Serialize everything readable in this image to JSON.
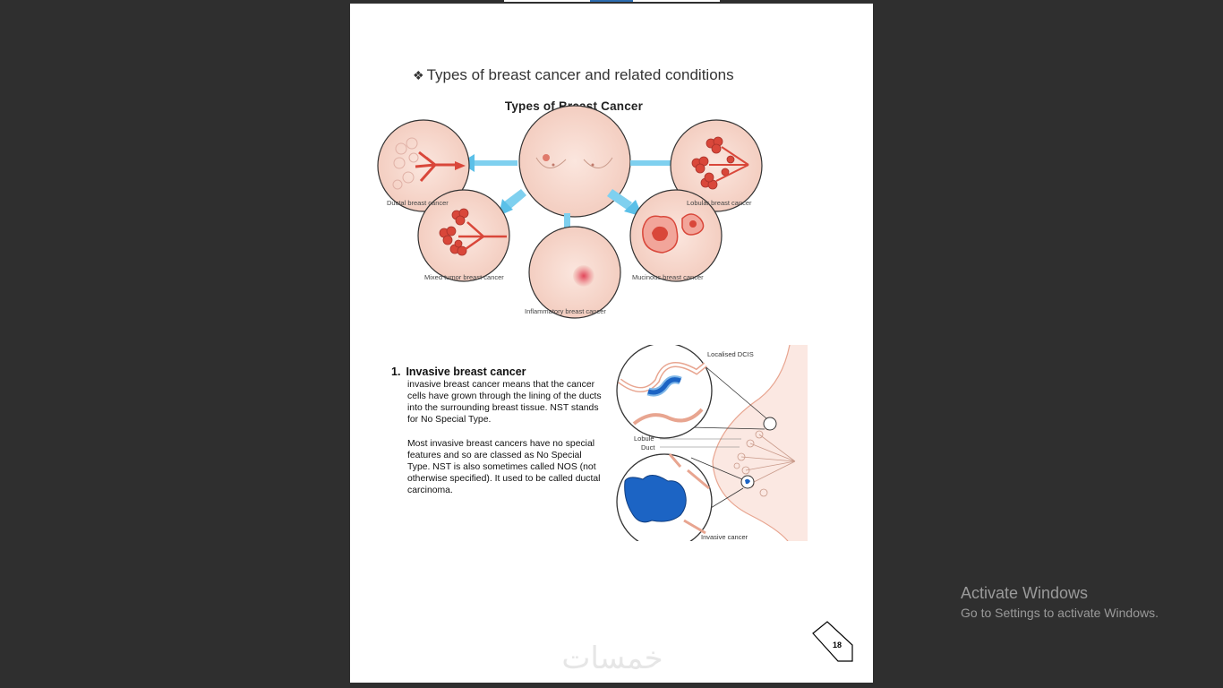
{
  "document": {
    "section_heading": "Types of breast cancer and related conditions",
    "bullet_symbol": "❖",
    "figure1": {
      "title": "Types of Breast Cancer",
      "captions": {
        "ductal": "Ductal breast cancer",
        "lobular": "Lobular breast cancer",
        "mixed": "Mixed tumor breast cancer",
        "mucinous": "Mucinous breast cancer",
        "inflammatory": "Inflammatory breast cancer"
      }
    },
    "list_item": {
      "number": "1.",
      "heading": "Invasive breast cancer",
      "paragraph1": "invasive breast cancer means that the cancer cells have grown through the lining of the ducts into the surrounding breast tissue. NST stands for No Special Type.",
      "paragraph2": "Most invasive breast cancers have no special features and so are classed as No Special Type. NST is also sometimes called NOS (not otherwise specified). It used to be called ductal carcinoma."
    },
    "figure2": {
      "labels": {
        "localised_dcis": "Localised DCIS",
        "lobule": "Lobule",
        "duct": "Duct",
        "invasive_cancer": "Invasive cancer"
      }
    },
    "page_number": "18",
    "watermark_text": "خمسات"
  },
  "os_overlay": {
    "activate_title": "Activate Windows",
    "activate_subtitle": "Go to Settings to activate Windows."
  },
  "colors": {
    "background": "#2f2f2f",
    "page": "#ffffff",
    "arrow": "#5bc0e8",
    "tissue": "#f6d9cf",
    "tumor": "#d9473a",
    "dcis_blue": "#1c64c4",
    "watermark": "#e6e6e6"
  }
}
